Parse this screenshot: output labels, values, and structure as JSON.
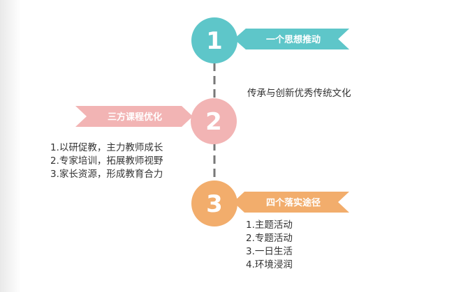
{
  "steps": [
    {
      "number": "1",
      "title": "一个思想推动",
      "color": "#5ec6c9",
      "items": [
        "传承与创新优秀传统文化"
      ]
    },
    {
      "number": "2",
      "title": "三方课程优化",
      "color": "#f2b4b4",
      "items": [
        "1.以研促教，主力教师成长",
        "2.专家培训，拓展教师视野",
        "3.家长资源，形成教育合力"
      ]
    },
    {
      "number": "3",
      "title": "四个落实途径",
      "color": "#f2ad6c",
      "items": [
        "1.主题活动",
        "2.专题活动",
        "3.一日生活",
        "4.环境浸润"
      ]
    }
  ],
  "connector_color": "#777777"
}
